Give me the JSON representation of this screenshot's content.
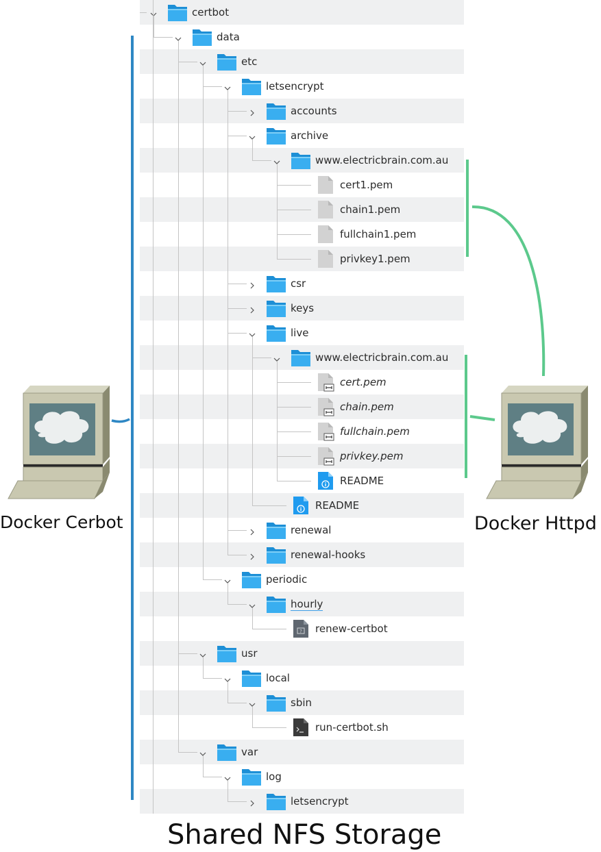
{
  "title": "Shared NFS Storage",
  "computers": {
    "left": {
      "label": "Docker Cerbot",
      "icon": "computer-icon"
    },
    "right": {
      "label": "Docker Httpd",
      "icon": "computer-icon"
    }
  },
  "colors": {
    "left_bracket": "#2e87c4",
    "right_bracket": "#5cc98c",
    "folder": "#39aef0",
    "row_stripe": "#eff0f1"
  },
  "tree": [
    {
      "label": "certbot",
      "depth": 0,
      "type": "folder",
      "expanded": true
    },
    {
      "label": "data",
      "depth": 1,
      "type": "folder",
      "expanded": true
    },
    {
      "label": "etc",
      "depth": 2,
      "type": "folder",
      "expanded": true
    },
    {
      "label": "letsencrypt",
      "depth": 3,
      "type": "folder",
      "expanded": true
    },
    {
      "label": "accounts",
      "depth": 4,
      "type": "folder",
      "expanded": false
    },
    {
      "label": "archive",
      "depth": 4,
      "type": "folder",
      "expanded": true
    },
    {
      "label": "www.electricbrain.com.au",
      "depth": 5,
      "type": "folder",
      "expanded": true
    },
    {
      "label": "cert1.pem",
      "depth": 6,
      "type": "file"
    },
    {
      "label": "chain1.pem",
      "depth": 6,
      "type": "file"
    },
    {
      "label": "fullchain1.pem",
      "depth": 6,
      "type": "file"
    },
    {
      "label": "privkey1.pem",
      "depth": 6,
      "type": "file"
    },
    {
      "label": "csr",
      "depth": 4,
      "type": "folder",
      "expanded": false
    },
    {
      "label": "keys",
      "depth": 4,
      "type": "folder",
      "expanded": false
    },
    {
      "label": "live",
      "depth": 4,
      "type": "folder",
      "expanded": true
    },
    {
      "label": "www.electricbrain.com.au",
      "depth": 5,
      "type": "folder",
      "expanded": true
    },
    {
      "label": "cert.pem",
      "depth": 6,
      "type": "symlink"
    },
    {
      "label": "chain.pem",
      "depth": 6,
      "type": "symlink"
    },
    {
      "label": "fullchain.pem",
      "depth": 6,
      "type": "symlink"
    },
    {
      "label": "privkey.pem",
      "depth": 6,
      "type": "symlink"
    },
    {
      "label": "README",
      "depth": 6,
      "type": "info"
    },
    {
      "label": "README",
      "depth": 5,
      "type": "info"
    },
    {
      "label": "renewal",
      "depth": 4,
      "type": "folder",
      "expanded": false
    },
    {
      "label": "renewal-hooks",
      "depth": 4,
      "type": "folder",
      "expanded": false
    },
    {
      "label": "periodic",
      "depth": 3,
      "type": "folder",
      "expanded": true
    },
    {
      "label": "hourly",
      "depth": 4,
      "type": "folder",
      "expanded": true,
      "underlined": true
    },
    {
      "label": "renew-certbot",
      "depth": 5,
      "type": "unknown"
    },
    {
      "label": "usr",
      "depth": 2,
      "type": "folder",
      "expanded": true
    },
    {
      "label": "local",
      "depth": 3,
      "type": "folder",
      "expanded": true
    },
    {
      "label": "sbin",
      "depth": 4,
      "type": "folder",
      "expanded": true
    },
    {
      "label": "run-certbot.sh",
      "depth": 5,
      "type": "script"
    },
    {
      "label": "var",
      "depth": 2,
      "type": "folder",
      "expanded": true
    },
    {
      "label": "log",
      "depth": 3,
      "type": "folder",
      "expanded": true
    },
    {
      "label": "letsencrypt",
      "depth": 4,
      "type": "folder",
      "expanded": false
    }
  ]
}
